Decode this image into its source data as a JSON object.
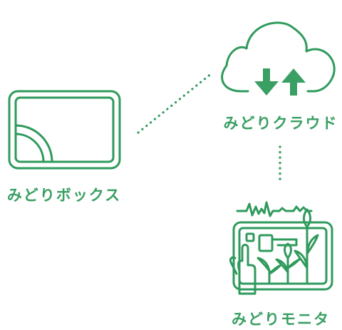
{
  "colors": {
    "outline": "#2f9a5c",
    "fill": "#3a9f63"
  },
  "nodes": {
    "box": {
      "label": "みどりボックス",
      "icon": "box-device-icon"
    },
    "cloud": {
      "label": "みどりクラウド",
      "icon": "cloud-sync-icon"
    },
    "monitor": {
      "label": "みどりモニタ",
      "icon": "monitor-plant-icon"
    }
  }
}
